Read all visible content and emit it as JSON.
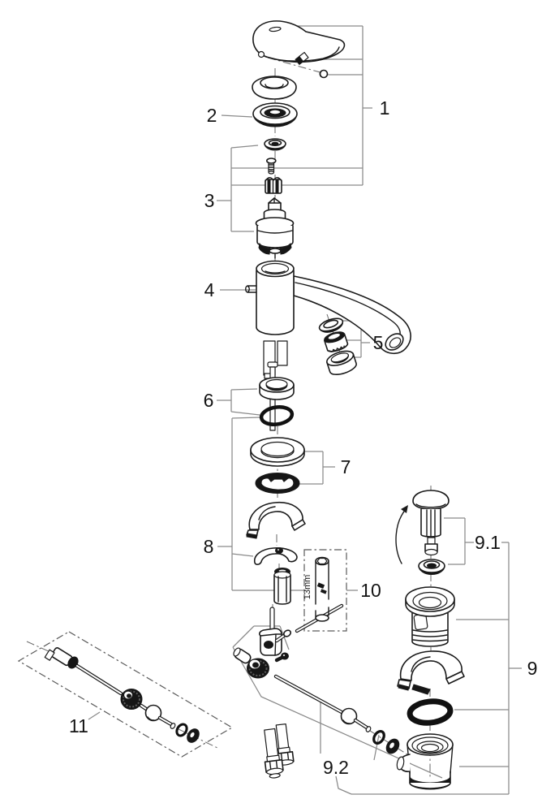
{
  "figure": {
    "type": "exploded-parts-diagram",
    "subject": "single-lever basin mixer faucet with pop-up waste",
    "background": "#ffffff",
    "part_line_color": "#1a1a1a",
    "leader_line_color": "#8a8a8a",
    "centerline_color": "#6e6e6e",
    "dark_fill_color": "#161616",
    "part_labels": [
      {
        "id": "1",
        "text": "1"
      },
      {
        "id": "2",
        "text": "2"
      },
      {
        "id": "3",
        "text": "3"
      },
      {
        "id": "4",
        "text": "4"
      },
      {
        "id": "5",
        "text": "5"
      },
      {
        "id": "6",
        "text": "6"
      },
      {
        "id": "7",
        "text": "7"
      },
      {
        "id": "8",
        "text": "8"
      },
      {
        "id": "9",
        "text": "9"
      },
      {
        "id": "9.1",
        "text": "9.1"
      },
      {
        "id": "9.2",
        "text": "9.2"
      },
      {
        "id": "10",
        "text": "10"
      },
      {
        "id": "11",
        "text": "11"
      }
    ],
    "annotations": {
      "tool_size": "13mm"
    }
  }
}
